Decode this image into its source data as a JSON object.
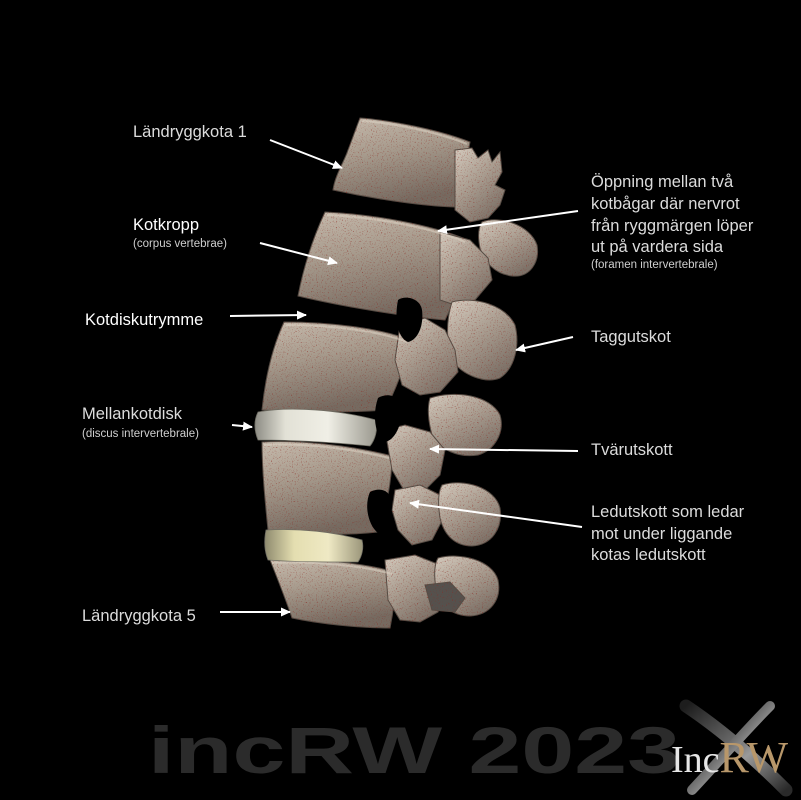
{
  "labels": {
    "lumbar_vertebra_1": "Ländryggkota 1",
    "vertebral_body": "Kotkropp",
    "vertebral_body_latin": "(corpus vertebrae)",
    "disc_space": "Kotdiskutrymme",
    "intervertebral_disc": "Mellankotdisk",
    "intervertebral_disc_latin": "(discus intervertebrale)",
    "lumbar_vertebra_5": "Ländryggkota 5",
    "foramen": [
      "Öppning mellan två",
      "kotbågar där nervrot",
      "från ryggmärgen löper",
      "ut på vardera sida"
    ],
    "foramen_latin": "(foramen intervertebrale)",
    "spinous_process": "Taggutskot",
    "transverse_process": "Tvärutskott",
    "articular_process": [
      "Ledutskott som ledar",
      "mot under liggande",
      "kotas ledutskott"
    ]
  },
  "watermark": "incRW 2023",
  "logo": {
    "part1": "Inc",
    "part2": "RW"
  },
  "icons": [
    "arrow-icon"
  ],
  "colors": {
    "background": "#000000",
    "label": "#dcdcdc",
    "label_strong": "#ffffff",
    "arrow": "#ffffff",
    "bone": "#a69a8c",
    "disc_upper": "#e6e5da",
    "disc_lower": "#e8e2b4",
    "watermark": "#2b2b2b",
    "logo_accent": "#b8976a"
  }
}
